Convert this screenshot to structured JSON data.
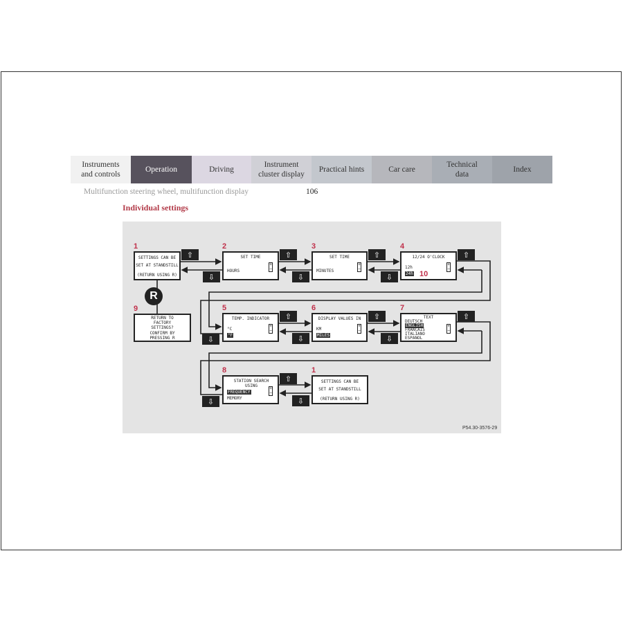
{
  "nav": {
    "tabs": [
      {
        "label": "Instruments\nand controls",
        "bg": "#f1f1f1",
        "fg": "#333"
      },
      {
        "label": "Operation",
        "bg": "#57525d",
        "fg": "#fff"
      },
      {
        "label": "Driving",
        "bg": "#dcd7e2",
        "fg": "#333"
      },
      {
        "label": "Instrument\ncluster display",
        "bg": "#d0d0d6",
        "fg": "#333"
      },
      {
        "label": "Practical hints",
        "bg": "#c3c7cd",
        "fg": "#333"
      },
      {
        "label": "Car care",
        "bg": "#b6b7bc",
        "fg": "#333"
      },
      {
        "label": "Technical\ndata",
        "bg": "#a9aeb5",
        "fg": "#333"
      },
      {
        "label": "Index",
        "bg": "#9ea3aa",
        "fg": "#333"
      }
    ]
  },
  "breadcrumb": "Multifunction steering wheel, multifunction display",
  "page_number": "106",
  "section_title": "Individual settings",
  "diagram": {
    "reset_button": "R",
    "figure_code": "P54.30-3576-29",
    "label_10": "10",
    "boxes": [
      {
        "num": "1",
        "lines": [
          "SETTINGS CAN BE",
          "SET AT STANDSTILL",
          "(RETURN USING R)"
        ]
      },
      {
        "num": "2",
        "title": "SET TIME",
        "opts": [
          "HOURS"
        ]
      },
      {
        "num": "3",
        "title": "SET TIME",
        "opts": [
          "MINUTES"
        ]
      },
      {
        "num": "4",
        "title": "12/24 O'CLOCK",
        "opts": [
          "12h",
          "24h"
        ],
        "selected": "24h"
      },
      {
        "num": "9",
        "lines": [
          "RETURN TO",
          "FACTORY",
          "SETTINGS?",
          "CONFIRM BY",
          "PRESSING R"
        ]
      },
      {
        "num": "5",
        "title": "TEMP. INDICATOR",
        "opts": [
          "°C",
          "°F"
        ],
        "selected": "°F"
      },
      {
        "num": "6",
        "title": "DISPLAY VALUES IN",
        "opts": [
          "KM",
          "MILES"
        ],
        "selected": "MILES"
      },
      {
        "num": "7",
        "title": "TEXT",
        "opts": [
          "DEUTSCH",
          "ENGLISH",
          "FRANCAIS",
          "ITALIANO",
          "ESPANOL"
        ],
        "selected": "ENGLISH"
      },
      {
        "num": "8",
        "title": "STATION SEARCH USING",
        "opts": [
          "FREQUENCY",
          "MEMORY"
        ],
        "selected": "FREQUENCY"
      },
      {
        "num": "1",
        "lines": [
          "SETTINGS CAN BE",
          "SET AT STANDSTILL",
          "(RETURN USING R)"
        ]
      }
    ],
    "icons": {
      "up": "up-arrow-icon",
      "down": "down-arrow-icon",
      "plusminus": "plus-minus-icon"
    }
  }
}
